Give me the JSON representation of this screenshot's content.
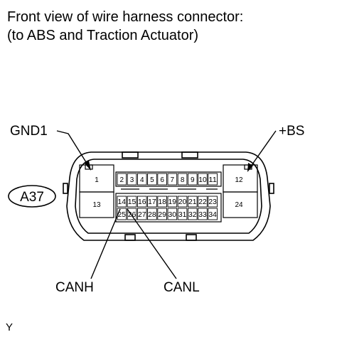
{
  "title": {
    "line1": "Front view of wire harness connector:",
    "line2": "(to ABS and Traction Actuator)"
  },
  "connector_id": "A37",
  "labels": {
    "gnd1": "GND1",
    "bs": "+BS",
    "canh": "CANH",
    "canl": "CANL"
  },
  "pins": {
    "large": [
      "1",
      "12",
      "13",
      "24"
    ],
    "top_row": [
      "2",
      "3",
      "4",
      "5",
      "6",
      "7",
      "8",
      "9",
      "10",
      "11"
    ],
    "mid_row": [
      "14",
      "15",
      "16",
      "17",
      "18",
      "19",
      "20",
      "21",
      "22",
      "23"
    ],
    "bottom_row": [
      "25",
      "26",
      "27",
      "28",
      "29",
      "30",
      "31",
      "32",
      "33",
      "34"
    ]
  },
  "footer_code": "Y"
}
